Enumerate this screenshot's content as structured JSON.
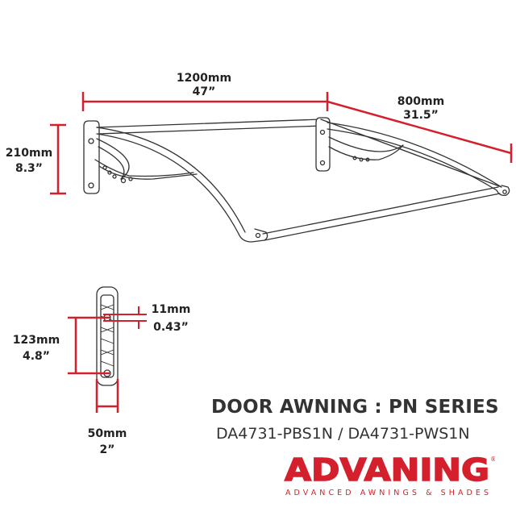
{
  "product": {
    "title": "DOOR AWNING : PN SERIES",
    "models": "DA4731-PBS1N / DA4731-PWS1N"
  },
  "dimensions": {
    "width_mm": "1200mm",
    "width_in": "47”",
    "depth_mm": "800mm",
    "depth_in": "31.5”",
    "height_mm": "210mm",
    "height_in": "8.3”",
    "bracket_height_mm": "123mm",
    "bracket_height_in": "4.8”",
    "hole_mm": "11mm",
    "hole_in": "0.43”",
    "bracket_width_mm": "50mm",
    "bracket_width_in": "2”"
  },
  "brand": {
    "name": "ADVANING",
    "tagline": "ADVANCED AWNINGS & SHADES",
    "registered": "®"
  },
  "colors": {
    "dimension_line": "#d4202c",
    "brand_red": "#d4202c",
    "outline": "#333333"
  }
}
